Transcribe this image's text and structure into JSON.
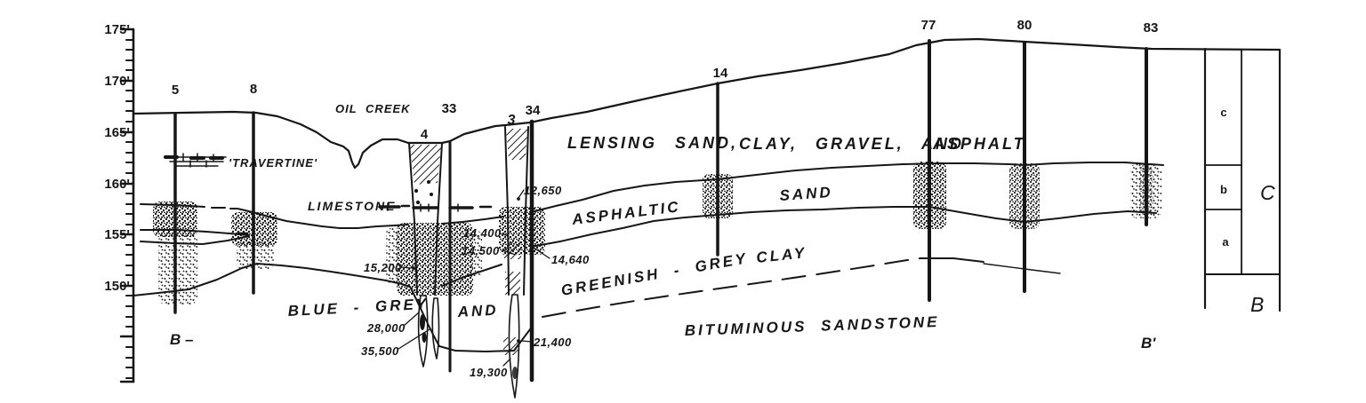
{
  "scale": {
    "ticks": [
      "175'",
      "170'",
      "165'",
      "160'",
      "155'",
      "150'"
    ]
  },
  "wells": {
    "w5": "5",
    "w8": "8",
    "w4": "4",
    "w33": "33",
    "w3": "3",
    "w34": "34",
    "w14": "14",
    "w77": "77",
    "w80": "80",
    "w83": "83"
  },
  "features": {
    "creek": "OIL CREEK",
    "travertine": "'TRAVERTINE'",
    "limestone": "LIMESTONE"
  },
  "layers": {
    "lensing1": "LENSING SAND,",
    "lensing2": "CLAY, GRAVEL, AND",
    "lensing3": "ASPHALT",
    "asphaltic": "ASPHALTIC",
    "sand": "SAND",
    "clay1": "BLUE - GREY",
    "clay2": "AND",
    "clay3": "GREENISH - GREY",
    "clay4": "CLAY",
    "bituminous": "BITUMINOUS SANDSTONE"
  },
  "dates": {
    "d12650": "12,650",
    "d14400": "14,400",
    "d14500": "14,500",
    "d14640": "14,640",
    "d15200": "15,200",
    "d28000": "28,000",
    "d35500": "35,500",
    "d19300": "19,300",
    "d21400": "21,400"
  },
  "section": {
    "left": "B –",
    "right": "B'"
  },
  "legend": {
    "unit_c": "c",
    "unit_b": "b",
    "unit_a": "a",
    "group_C": "C",
    "group_B": "B"
  },
  "colors": {
    "ink": "#161616",
    "paper": "#ffffff"
  }
}
